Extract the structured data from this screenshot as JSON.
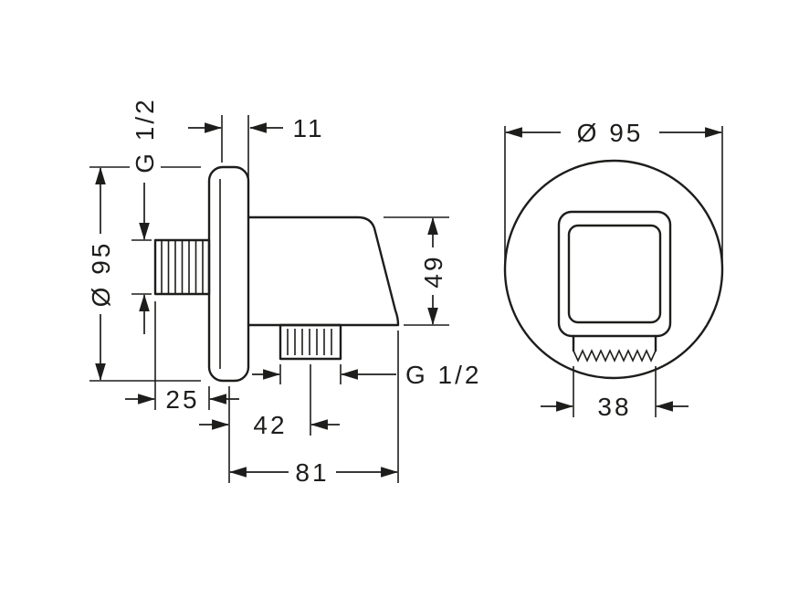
{
  "colors": {
    "line": "#1d1d1b",
    "background": "#ffffff"
  },
  "side_view": {
    "inlet_thread_label": "G 1/2",
    "plate_diameter_label": "Ø 95",
    "plate_thickness_label": "11",
    "body_height_label": "49",
    "wall_clearance_label": "25",
    "outlet_offset_label": "42",
    "overall_depth_label": "81",
    "outlet_thread_label": "G 1/2"
  },
  "front_view": {
    "plate_diameter_label": "Ø 95",
    "outlet_width_label": "38"
  }
}
